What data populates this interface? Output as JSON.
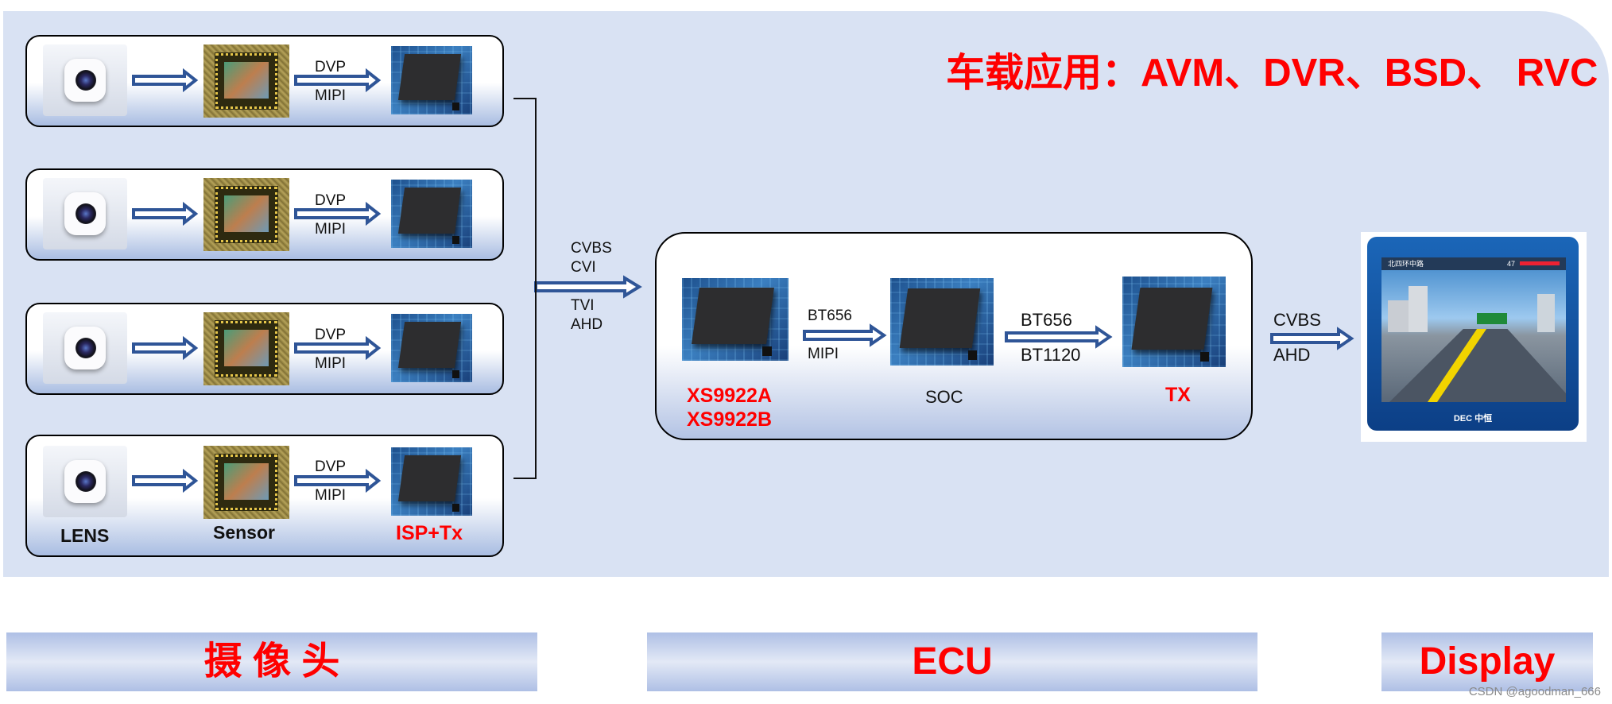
{
  "title": "车载应用：AVM、DVR、BSD、 RVC",
  "camera_rows": [
    {
      "link_top": "DVP",
      "link_bottom": "MIPI"
    },
    {
      "link_top": "DVP",
      "link_bottom": "MIPI"
    },
    {
      "link_top": "DVP",
      "link_bottom": "MIPI"
    },
    {
      "link_top": "DVP",
      "link_bottom": "MIPI"
    }
  ],
  "camera_labels": {
    "lens": "LENS",
    "sensor": "Sensor",
    "isp": "ISP+Tx"
  },
  "bus_labels": {
    "line1": "CVBS",
    "line2": "CVI",
    "line3": "TVI",
    "line4": "AHD"
  },
  "ecu": {
    "deserializer_name_1": "XS9922A",
    "deserializer_name_2": "XS9922B",
    "link1_top": "BT656",
    "link1_bottom": "MIPI",
    "soc_label": "SOC",
    "link2_top": "BT656",
    "link2_bottom": "BT1120",
    "tx_label": "TX"
  },
  "output_link": {
    "top": "CVBS",
    "bottom": "AHD"
  },
  "display_screen": {
    "road_label": "北四环中路",
    "distance": "47",
    "brand": "DEC 中恒"
  },
  "sections": {
    "camera": "摄 像 头",
    "ecu": "ECU",
    "display": "Display"
  },
  "watermark": "CSDN @agoodman_666",
  "colors": {
    "panel": "#d9e2f3",
    "arrow": "#2f5597",
    "accent": "#ff0000"
  }
}
